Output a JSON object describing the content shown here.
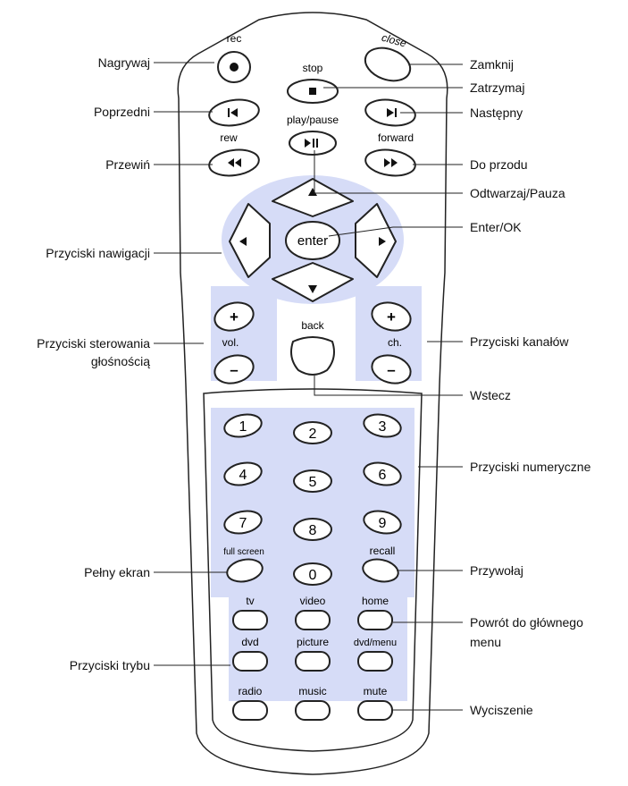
{
  "callouts": {
    "nagrywaj": "Nagrywaj",
    "poprzedni": "Poprzedni",
    "przewin": "Przewiń",
    "nawigacja": "Przyciski nawigacji",
    "glosnosc_1": "Przyciski sterowania",
    "glosnosc_2": "głośnością",
    "pelny_ekran": "Pełny ekran",
    "tryb": "Przyciski trybu",
    "zamknij": "Zamknij",
    "zatrzymaj": "Zatrzymaj",
    "nastepny": "Następny",
    "do_przodu": "Do przodu",
    "odtwarzaj": "Odtwarzaj/Pauza",
    "enter_ok": "Enter/OK",
    "kanaly": "Przyciski kanałów",
    "wstecz": "Wstecz",
    "numeryczne": "Przyciski numeryczne",
    "przywolaj": "Przywołaj",
    "powrot_1": "Powrót do głównego",
    "powrot_2": "menu",
    "wyciszenie": "Wyciszenie"
  },
  "remote": {
    "rec": "rec",
    "close": "close",
    "stop": "stop",
    "play_pause": "play/pause",
    "rew": "rew",
    "forward": "forward",
    "enter": "enter",
    "back": "back",
    "vol": "vol.",
    "ch": "ch.",
    "plus": "+",
    "minus": "–",
    "digits": [
      "1",
      "2",
      "3",
      "4",
      "5",
      "6",
      "7",
      "8",
      "9",
      "0"
    ],
    "full_screen": "full screen",
    "recall": "recall",
    "tv": "tv",
    "video": "video",
    "home": "home",
    "dvd": "dvd",
    "picture": "picture",
    "dvd_menu": "dvd/menu",
    "radio": "radio",
    "music": "music",
    "mute": "mute"
  },
  "colors": {
    "button_zone": "#d6dcf7",
    "outline": "#222222"
  }
}
